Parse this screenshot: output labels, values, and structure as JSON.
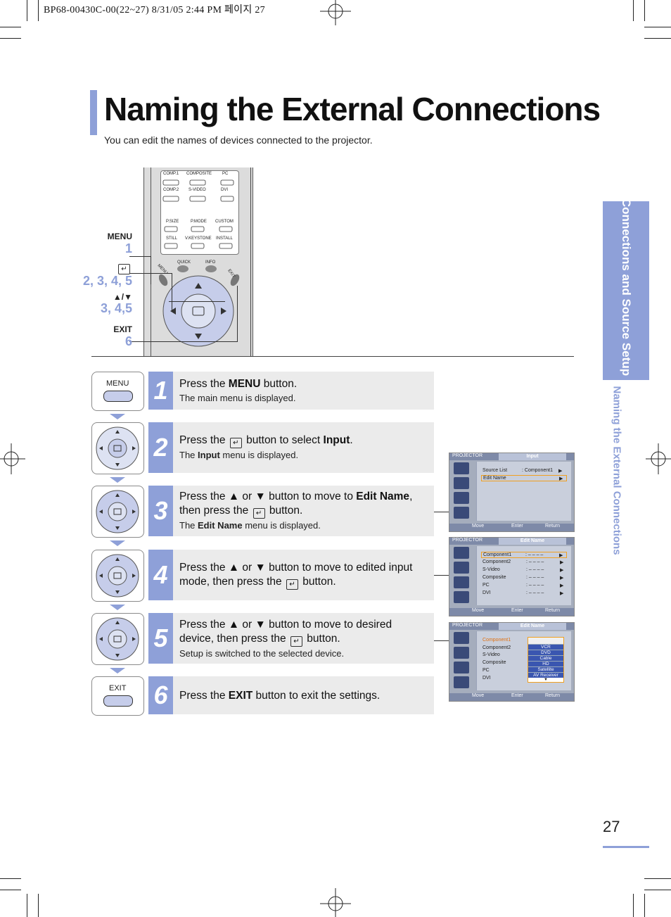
{
  "print_header": "BP68-00430C-00(22~27)  8/31/05  2:44 PM 페이지 27",
  "title": "Naming the External Connections",
  "subtitle": "You can edit the names of devices connected to the projector.",
  "side_tab": "Connections and Source Setup",
  "side_subtitle": "Naming the External Connections",
  "remote": {
    "labels": {
      "menu": "MENU",
      "menu_num": "1",
      "enter_nums": "2, 3, 4, 5",
      "updown": "▲/▼",
      "updown_nums": "3, 4,5",
      "exit": "EXIT",
      "exit_num": "6"
    },
    "buttons": {
      "comp1": "COMP.1",
      "composite": "COMPOSITE",
      "pc": "PC",
      "comp2": "COMP.2",
      "svideo": "S-VIDEO",
      "dvi": "DVI",
      "psize": "P.SIZE",
      "pmode": "P.MODE",
      "custom": "CUSTOM",
      "still": "STILL",
      "vkeystone": "V.KEYSTONE",
      "install": "INSTALL",
      "menu": "MENU",
      "quick": "QUICK",
      "info": "INFO",
      "exit": "EXIT"
    }
  },
  "steps": [
    {
      "num": "1",
      "icon": "MENU",
      "pre": "Press the ",
      "bold": "MENU",
      "post": " button.",
      "sub": "The main menu is displayed."
    },
    {
      "num": "2",
      "pre": "Press the ",
      "post": " button to select ",
      "bold": "Input",
      "tail": ".",
      "sub_pre": "The ",
      "sub_bold": "Input",
      "sub_post": " menu is displayed."
    },
    {
      "num": "3",
      "pre": "Press the ▲ or ▼ button to move to ",
      "bold": "Edit Name",
      "tail": ",",
      "line2_pre": "then press the ",
      "line2_post": " button.",
      "sub_pre": "The ",
      "sub_bold": "Edit Name",
      "sub_post": " menu is displayed."
    },
    {
      "num": "4",
      "line1": "Press the ▲ or ▼ button to move to edited input",
      "line2_pre": "mode, then press the ",
      "line2_post": " button."
    },
    {
      "num": "5",
      "line1": "Press the ▲ or ▼ button to move to desired",
      "line2_pre": "device, then press the ",
      "line2_post": " button.",
      "sub": "Setup is switched to the selected device."
    },
    {
      "num": "6",
      "icon": "EXIT",
      "pre": "Press the ",
      "bold": "EXIT",
      "post": " button to exit the settings."
    }
  ],
  "osd": {
    "brand": "PROJECTOR",
    "footer": {
      "move": "Move",
      "enter": "Enter",
      "return": "Return"
    },
    "screen1": {
      "title": "Input",
      "rows": [
        {
          "label": "Source List",
          "value": ": Component1",
          "arrow": "▶"
        },
        {
          "label": "Edit Name",
          "value": "",
          "arrow": "▶"
        }
      ]
    },
    "screen2": {
      "title": "Edit Name",
      "rows": [
        {
          "label": "Component1",
          "value": ": – – – –",
          "arrow": "▶"
        },
        {
          "label": "Component2",
          "value": ": – – – –",
          "arrow": "▶"
        },
        {
          "label": "S-Video",
          "value": ": – – – –",
          "arrow": "▶"
        },
        {
          "label": "Composite",
          "value": ": – – – –",
          "arrow": "▶"
        },
        {
          "label": "PC",
          "value": ": – – – –",
          "arrow": "▶"
        },
        {
          "label": "DVI",
          "value": ": – – – –",
          "arrow": "▶"
        }
      ]
    },
    "screen3": {
      "title": "Edit Name",
      "rows": [
        "Component1",
        "Component2",
        "S-Video",
        "Composite",
        "PC",
        "DVI"
      ],
      "options": [
        "VCR",
        "DVD",
        "Cable",
        "HD",
        "Satellite",
        "AV Receiver"
      ]
    }
  },
  "page_number": "27",
  "colors": {
    "accent": "#8ea0d8",
    "step_bg": "#ebebeb",
    "highlight": "#f0a020"
  }
}
